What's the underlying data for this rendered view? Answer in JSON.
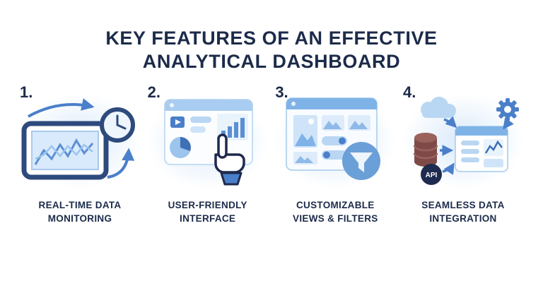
{
  "title": {
    "line1": "KEY FEATURES OF AN EFFECTIVE",
    "line2": "ANALYTICAL DASHBOARD"
  },
  "items": [
    {
      "number": "1.",
      "label_line1": "REAL-TIME DATA",
      "label_line2": "MONITORING",
      "icon": "monitor-linechart-clock-icon"
    },
    {
      "number": "2.",
      "label_line1": "USER-FRIENDLY",
      "label_line2": "INTERFACE",
      "icon": "window-charts-cursor-icon"
    },
    {
      "number": "3.",
      "label_line1": "CUSTOMIZABLE",
      "label_line2": "VIEWS & FILTERS",
      "icon": "window-thumbnails-funnel-icon"
    },
    {
      "number": "4.",
      "label_line1": "SEAMLESS DATA",
      "label_line2": "INTEGRATION",
      "icon": "cloud-database-gear-api-icon",
      "icon_text_api": "API"
    }
  ],
  "colors": {
    "navy": "#1e2a4e",
    "outline_blue": "#2e4a7d",
    "accent_blue": "#4a7fc9",
    "mid_blue": "#7fb3e8",
    "light_blue": "#cfe4f8",
    "pale_blue": "#e9f3fc",
    "database_maroon": "#7e4a47",
    "background": "#ffffff"
  }
}
